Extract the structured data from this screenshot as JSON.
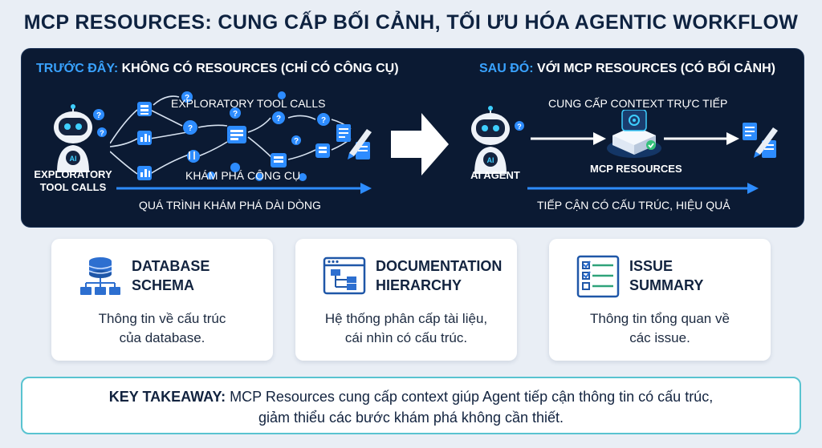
{
  "title": "MCP RESOURCES: CUNG CẤP BỐI CẢNH, TỐI ƯU HÓA AGENTIC WORKFLOW",
  "before": {
    "heading_prefix": "TRƯỚC ĐÂY:",
    "heading_rest": "KHÔNG CÓ RESOURCES (CHỈ CÓ CÔNG CỤ)",
    "robot_badge": "AI",
    "robot_caption_line1": "EXPLORATORY",
    "robot_caption_line2": "TOOL CALLS",
    "top_label": "EXPLORATORY TOOL CALLS",
    "middle_label": "KHÁM PHÁ CÔNG CỤ",
    "arrow_label": "QUÁ TRÌNH KHÁM PHÁ DÀI DÒNG"
  },
  "after": {
    "heading_prefix": "SAU ĐÓ:",
    "heading_rest": "VỚI MCP RESOURCES (CÓ BỐI CẢNH)",
    "robot_badge": "AI",
    "robot_caption": "AI AGENT",
    "top_label": "CUNG CẤP CONTEXT TRỰC TIẾP",
    "server_label": "MCP RESOURCES",
    "arrow_label": "TIẾP CẬN CÓ CẤU TRÚC, HIỆU QUẢ"
  },
  "cards": [
    {
      "icon": "database-schema-icon",
      "title_line1": "DATABASE",
      "title_line2": "SCHEMA",
      "desc_line1": "Thông tin về cấu trúc",
      "desc_line2": "của database."
    },
    {
      "icon": "documentation-hierarchy-icon",
      "title_line1": "DOCUMENTATION",
      "title_line2": "HIERARCHY",
      "desc_line1": "Hệ thống phân cấp tài liệu,",
      "desc_line2": "cái nhìn có cấu trúc."
    },
    {
      "icon": "issue-checklist-icon",
      "title_line1": "ISSUE",
      "title_line2": "SUMMARY",
      "desc_line1": "Thông tin tổng quan về",
      "desc_line2": "các issue."
    }
  ],
  "takeaway": {
    "label": "KEY TAKEAWAY:",
    "line1": "MCP Resources cung cấp context giúp Agent tiếp cận thông tin có cấu trúc,",
    "line2": "giảm thiểu các bước khám phá không cần thiết."
  },
  "colors": {
    "panel": "#0b1a33",
    "accent_blue": "#39a2ff",
    "title": "#0e2240",
    "takeaway_border": "#59c3d0"
  }
}
